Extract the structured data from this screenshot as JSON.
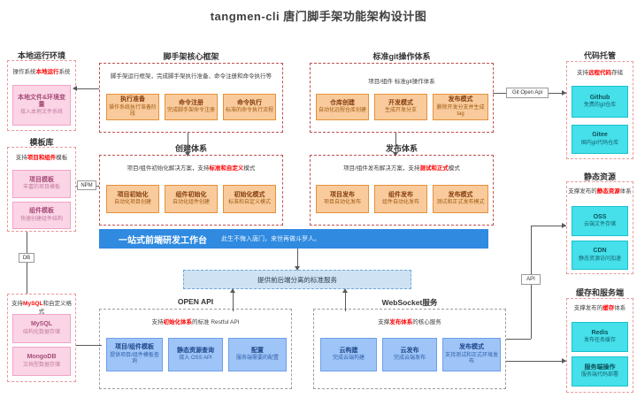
{
  "title": "tangmen-cli 唐门脚手架功能架构设计图",
  "colors": {
    "banner_blue": "#2f8ae0",
    "node_orange": "#f9cb9c",
    "node_pink": "#fbd5e5",
    "node_blue": "#9fc5f8",
    "node_cyan": "#45e0ea",
    "emphasis_red": "#ff0000"
  },
  "left": {
    "local": {
      "header": "本地运行环境",
      "desc": {
        "prefix": "操作系统",
        "em": "本地运行",
        "suffix": "系统"
      },
      "node": {
        "title": "本地文件&环境变量",
        "sub": "接入本地文件系统"
      }
    },
    "template": {
      "header": "模板库",
      "desc": {
        "prefix": "支持",
        "em": "项目和组件",
        "suffix": "模板"
      },
      "nodes": [
        {
          "title": "项目模板",
          "sub": "丰富的项目模板"
        },
        {
          "title": "组件模板",
          "sub": "快速创建组件结构"
        }
      ]
    },
    "database": {
      "desc": {
        "prefix": "支持",
        "em": "MySQL",
        "suffix": "和自定义格式"
      },
      "nodes": [
        {
          "title": "MySQL",
          "sub": "结构化数据存储"
        },
        {
          "title": "MongoDB",
          "sub": "文档型数据存储"
        }
      ]
    }
  },
  "center": {
    "core": {
      "header": "脚手架核心框架",
      "desc": "脚手架运行框架，完成脚手架执行准备、命令注册和命令执行等",
      "nodes": [
        {
          "title": "执行准备",
          "sub": "操作系统执行准备阶段"
        },
        {
          "title": "命令注册",
          "sub": "完成脚手架命令注册"
        },
        {
          "title": "命令执行",
          "sub": "标准的命令执行流程"
        }
      ]
    },
    "git": {
      "header": "标准git操作体系",
      "desc": "项目/组件 标准git操作体系",
      "nodes": [
        {
          "title": "仓库创建",
          "sub": "自动化远程仓库创建"
        },
        {
          "title": "开发模式",
          "sub": "生成开发分支"
        },
        {
          "title": "发布模式",
          "sub": "删除开发分支并生成tag"
        }
      ]
    },
    "create": {
      "header": "创建体系",
      "desc": {
        "prefix": "项目/组件初始化解决方案，支持",
        "em": "标准和自定义",
        "suffix": "模式"
      },
      "nodes": [
        {
          "title": "项目初始化",
          "sub": "自动化项目创建"
        },
        {
          "title": "组件初始化",
          "sub": "自动化组件创建"
        },
        {
          "title": "初始化模式",
          "sub": "标准和自定义模式"
        }
      ]
    },
    "publish": {
      "header": "发布体系",
      "desc": {
        "prefix": "项目/组件发布解决方案，支持",
        "em": "测试和正式",
        "suffix": "模式"
      },
      "nodes": [
        {
          "title": "项目发布",
          "sub": "项目自动化发布"
        },
        {
          "title": "组件发布",
          "sub": "组件自动化发布"
        },
        {
          "title": "发布模式",
          "sub": "测试和正式发布模式"
        }
      ]
    },
    "banner": {
      "title": "一站式前端研发工作台",
      "slogan": "此生不悔入唐门，来世再做斗罗人。"
    },
    "service_bar": "提供前后端分离的标准服务",
    "openapi": {
      "header": "OPEN API",
      "desc": {
        "prefix": "支持",
        "em": "初始化体系",
        "suffix": "的标准 Restful API"
      },
      "nodes": [
        {
          "title": "项目/组件模板",
          "sub": "提供项目/组件模板查询"
        },
        {
          "title": "静态资源查询",
          "sub": "接入 OSS API"
        },
        {
          "title": "配置",
          "sub": "服务端需要的配置"
        }
      ]
    },
    "websocket": {
      "header": "WebSocket服务",
      "desc": {
        "prefix": "支撑",
        "em": "发布体系",
        "suffix": "的核心服务"
      },
      "nodes": [
        {
          "title": "云构建",
          "sub": "完成云端构建"
        },
        {
          "title": "云发布",
          "sub": "完成云端发布"
        },
        {
          "title": "发布模式",
          "sub": "支持测试和正式环境发布"
        }
      ]
    }
  },
  "right": {
    "repo": {
      "header": "代码托管",
      "desc": {
        "prefix": "支持",
        "em": "远程代码",
        "suffix": "存储"
      },
      "nodes": [
        {
          "title": "Github",
          "sub": "免费的git仓库"
        },
        {
          "title": "Gitee",
          "sub": "国内git代码仓库"
        }
      ]
    },
    "static": {
      "header": "静态资源",
      "desc": {
        "prefix": "支撑发布的",
        "em": "静态资源",
        "suffix": "体系"
      },
      "nodes": [
        {
          "title": "OSS",
          "sub": "云端文件存储"
        },
        {
          "title": "CDN",
          "sub": "静态资源访问加速"
        }
      ]
    },
    "cache": {
      "header": "缓存和服务端",
      "desc": {
        "prefix": "支撑发布的",
        "em": "缓存",
        "suffix": "体系"
      },
      "nodes": [
        {
          "title": "Redis",
          "sub": "发布任务缓存"
        },
        {
          "title": "服务端操作",
          "sub": "服务端代码部署"
        }
      ]
    }
  },
  "connectors": {
    "npm": "NPM",
    "db": "DB",
    "git_open_api": "Git Open Api",
    "api": "API"
  }
}
